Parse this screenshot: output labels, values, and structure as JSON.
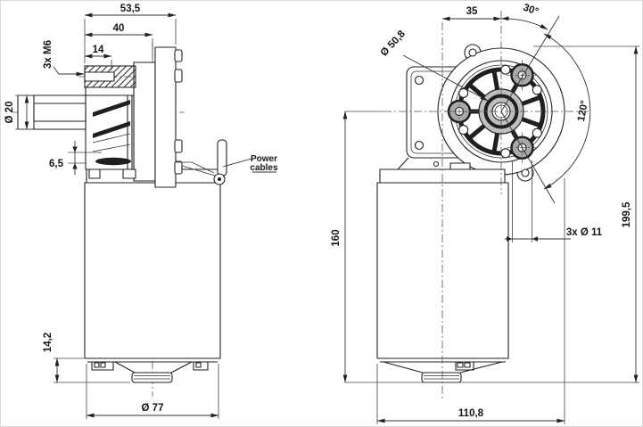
{
  "colors": {
    "line": "#222222",
    "centerline": "#555555",
    "boss_fill": "#a9a9a9",
    "hub_fill": "#bfbfbf",
    "background": "#ffffff"
  },
  "side_view": {
    "dim_53_5": "53,5",
    "dim_40": "40",
    "dim_14": "14",
    "dim_3x_m6": "3x M6",
    "dim_shaft": "Ø 20",
    "dim_6_5": "6,5",
    "dim_14_2": "14,2",
    "dim_77": "Ø 77",
    "label_power_line1": "Power",
    "label_power_line2": "cables"
  },
  "front_view": {
    "dim_35": "35",
    "dim_30deg": "30°",
    "dim_50_8": "Ø 50,8",
    "dim_120deg": "120°",
    "dim_3x_11": "3x Ø 11",
    "dim_160": "160",
    "dim_199_5": "199,5",
    "dim_110_8": "110,8"
  }
}
